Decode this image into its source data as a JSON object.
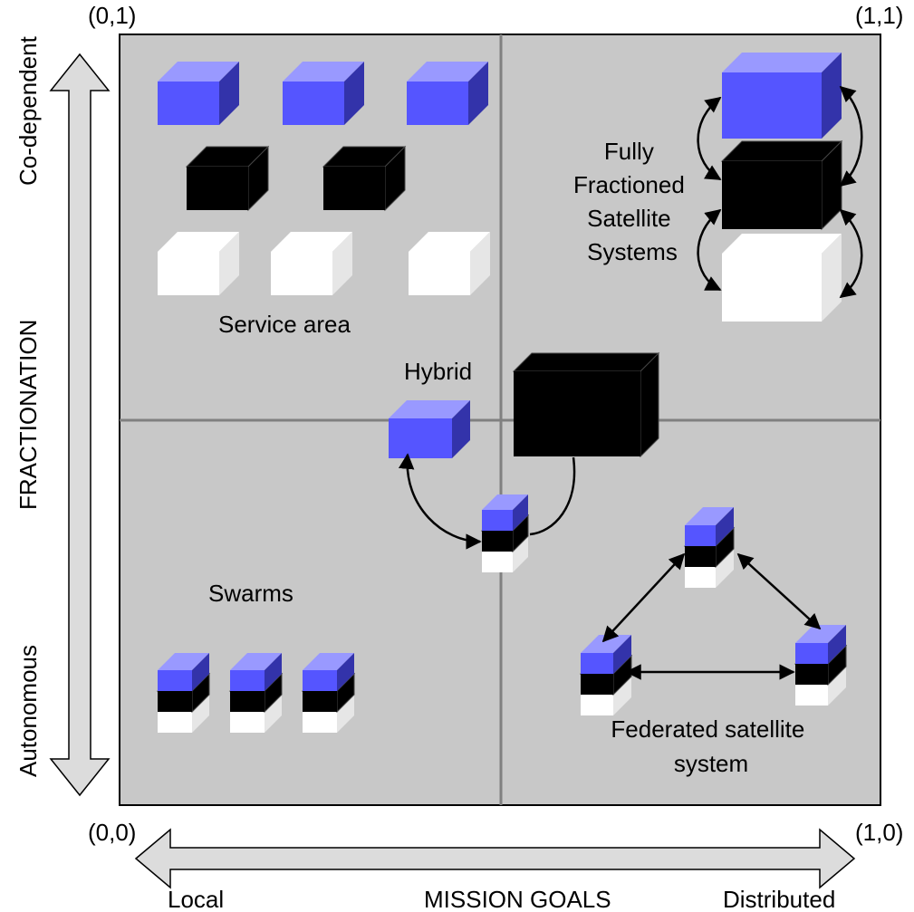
{
  "corners": {
    "top_left": "(0,1)",
    "top_right": "(1,1)",
    "bottom_left": "(0,0)",
    "bottom_right": "(1,0)"
  },
  "y_axis": {
    "title": "FRACTIONATION",
    "top_label": "Co-dependent",
    "bottom_label": "Autonomous"
  },
  "x_axis": {
    "title": "MISSION GOALS",
    "left_label": "Local",
    "right_label": "Distributed"
  },
  "regions": {
    "service_area": "Service area",
    "fully_fractioned": [
      "Fully",
      "Fractioned",
      "Satellite",
      "Systems"
    ],
    "hybrid": "Hybrid",
    "swarms": "Swarms",
    "federated": [
      "Federated satellite",
      "system"
    ]
  },
  "colors": {
    "background_panel": "#c8c8c8",
    "divider": "#808080",
    "blue_front": "#5555ff",
    "blue_top": "#9999ff",
    "blue_side": "#3333aa",
    "black_front": "#000000",
    "white_front": "#ffffff",
    "white_side": "#e6e6e6",
    "arrow_fill": "#dcdcdc"
  }
}
